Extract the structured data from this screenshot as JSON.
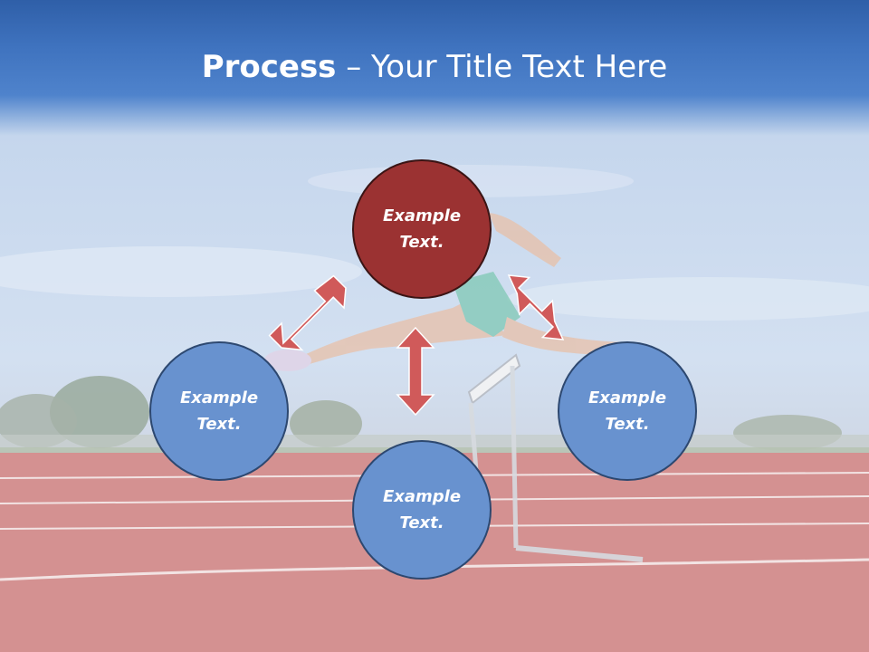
{
  "slide": {
    "title_bold": "Process",
    "title_rest": " – Your Title Text Here"
  },
  "nodes": [
    {
      "id": "top",
      "line1": "Example",
      "line2": "Text."
    },
    {
      "id": "left",
      "line1": "Example",
      "line2": "Text."
    },
    {
      "id": "right",
      "line1": "Example",
      "line2": "Text."
    },
    {
      "id": "bottom",
      "line1": "Example",
      "line2": "Text."
    }
  ],
  "colors": {
    "header": "#3f73bf",
    "node_blue": "#6892cf",
    "node_red": "#9b3232",
    "arrow": "#d05a5a",
    "track": "#c46a6a"
  }
}
